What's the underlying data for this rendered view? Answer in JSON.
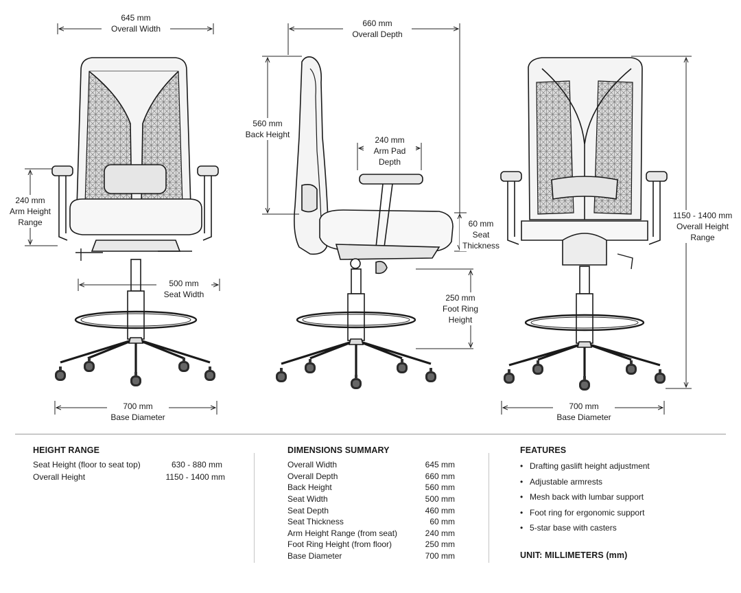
{
  "dimensions": {
    "front_width": {
      "value": "645 mm",
      "label": "Overall Width"
    },
    "side_depth": {
      "value": "660 mm",
      "label": "Overall Depth"
    },
    "back_height": {
      "value": "560 mm",
      "label": "Back Height"
    },
    "arm_pad_depth": {
      "value": "240 mm",
      "label1": "Arm Pad",
      "label2": "Depth"
    },
    "arm_height": {
      "value": "240 mm",
      "label1": "Arm Height",
      "label2": "Range"
    },
    "seat_thickness": {
      "value": "60 mm",
      "label1": "Seat",
      "label2": "Thickness"
    },
    "seat_width": {
      "value": "500 mm",
      "label": "Seat Width"
    },
    "foot_ring": {
      "value": "250 mm",
      "label1": "Foot Ring",
      "label2": "Height"
    },
    "overall_height": {
      "value": "1150 - 1400 mm",
      "label1": "Overall Height",
      "label2": "Range"
    },
    "base_front": {
      "value": "700 mm",
      "label": "Base Diameter"
    },
    "base_back": {
      "value": "700 mm",
      "label": "Base Diameter"
    }
  },
  "height_range": {
    "title": "HEIGHT RANGE",
    "rows": [
      {
        "k": "Seat Height (floor to seat top)",
        "v": "630 - 880 mm"
      },
      {
        "k": "Overall Height",
        "v": "1150 - 1400 mm"
      }
    ]
  },
  "summary": {
    "title": "DIMENSIONS SUMMARY",
    "rows": [
      {
        "k": "Overall Width",
        "v": "645 mm"
      },
      {
        "k": "Overall Depth",
        "v": "660 mm"
      },
      {
        "k": "Back Height",
        "v": "560 mm"
      },
      {
        "k": "Seat Width",
        "v": "500 mm"
      },
      {
        "k": "Seat Depth",
        "v": "460 mm"
      },
      {
        "k": "Seat Thickness",
        "v": "60 mm"
      },
      {
        "k": "Arm Height Range (from seat)",
        "v": "240 mm"
      },
      {
        "k": "Foot Ring Height (from floor)",
        "v": "250 mm"
      },
      {
        "k": "Base Diameter",
        "v": "700 mm"
      }
    ]
  },
  "features": {
    "title": "FEATURES",
    "bullet": "•",
    "items": [
      "Drafting gaslift height adjustment",
      "Adjustable armrests",
      "Mesh back with lumbar support",
      "Foot ring for ergonomic support",
      "5-star base with casters"
    ],
    "unit_note": "UNIT: MILLIMETERS (mm)"
  }
}
